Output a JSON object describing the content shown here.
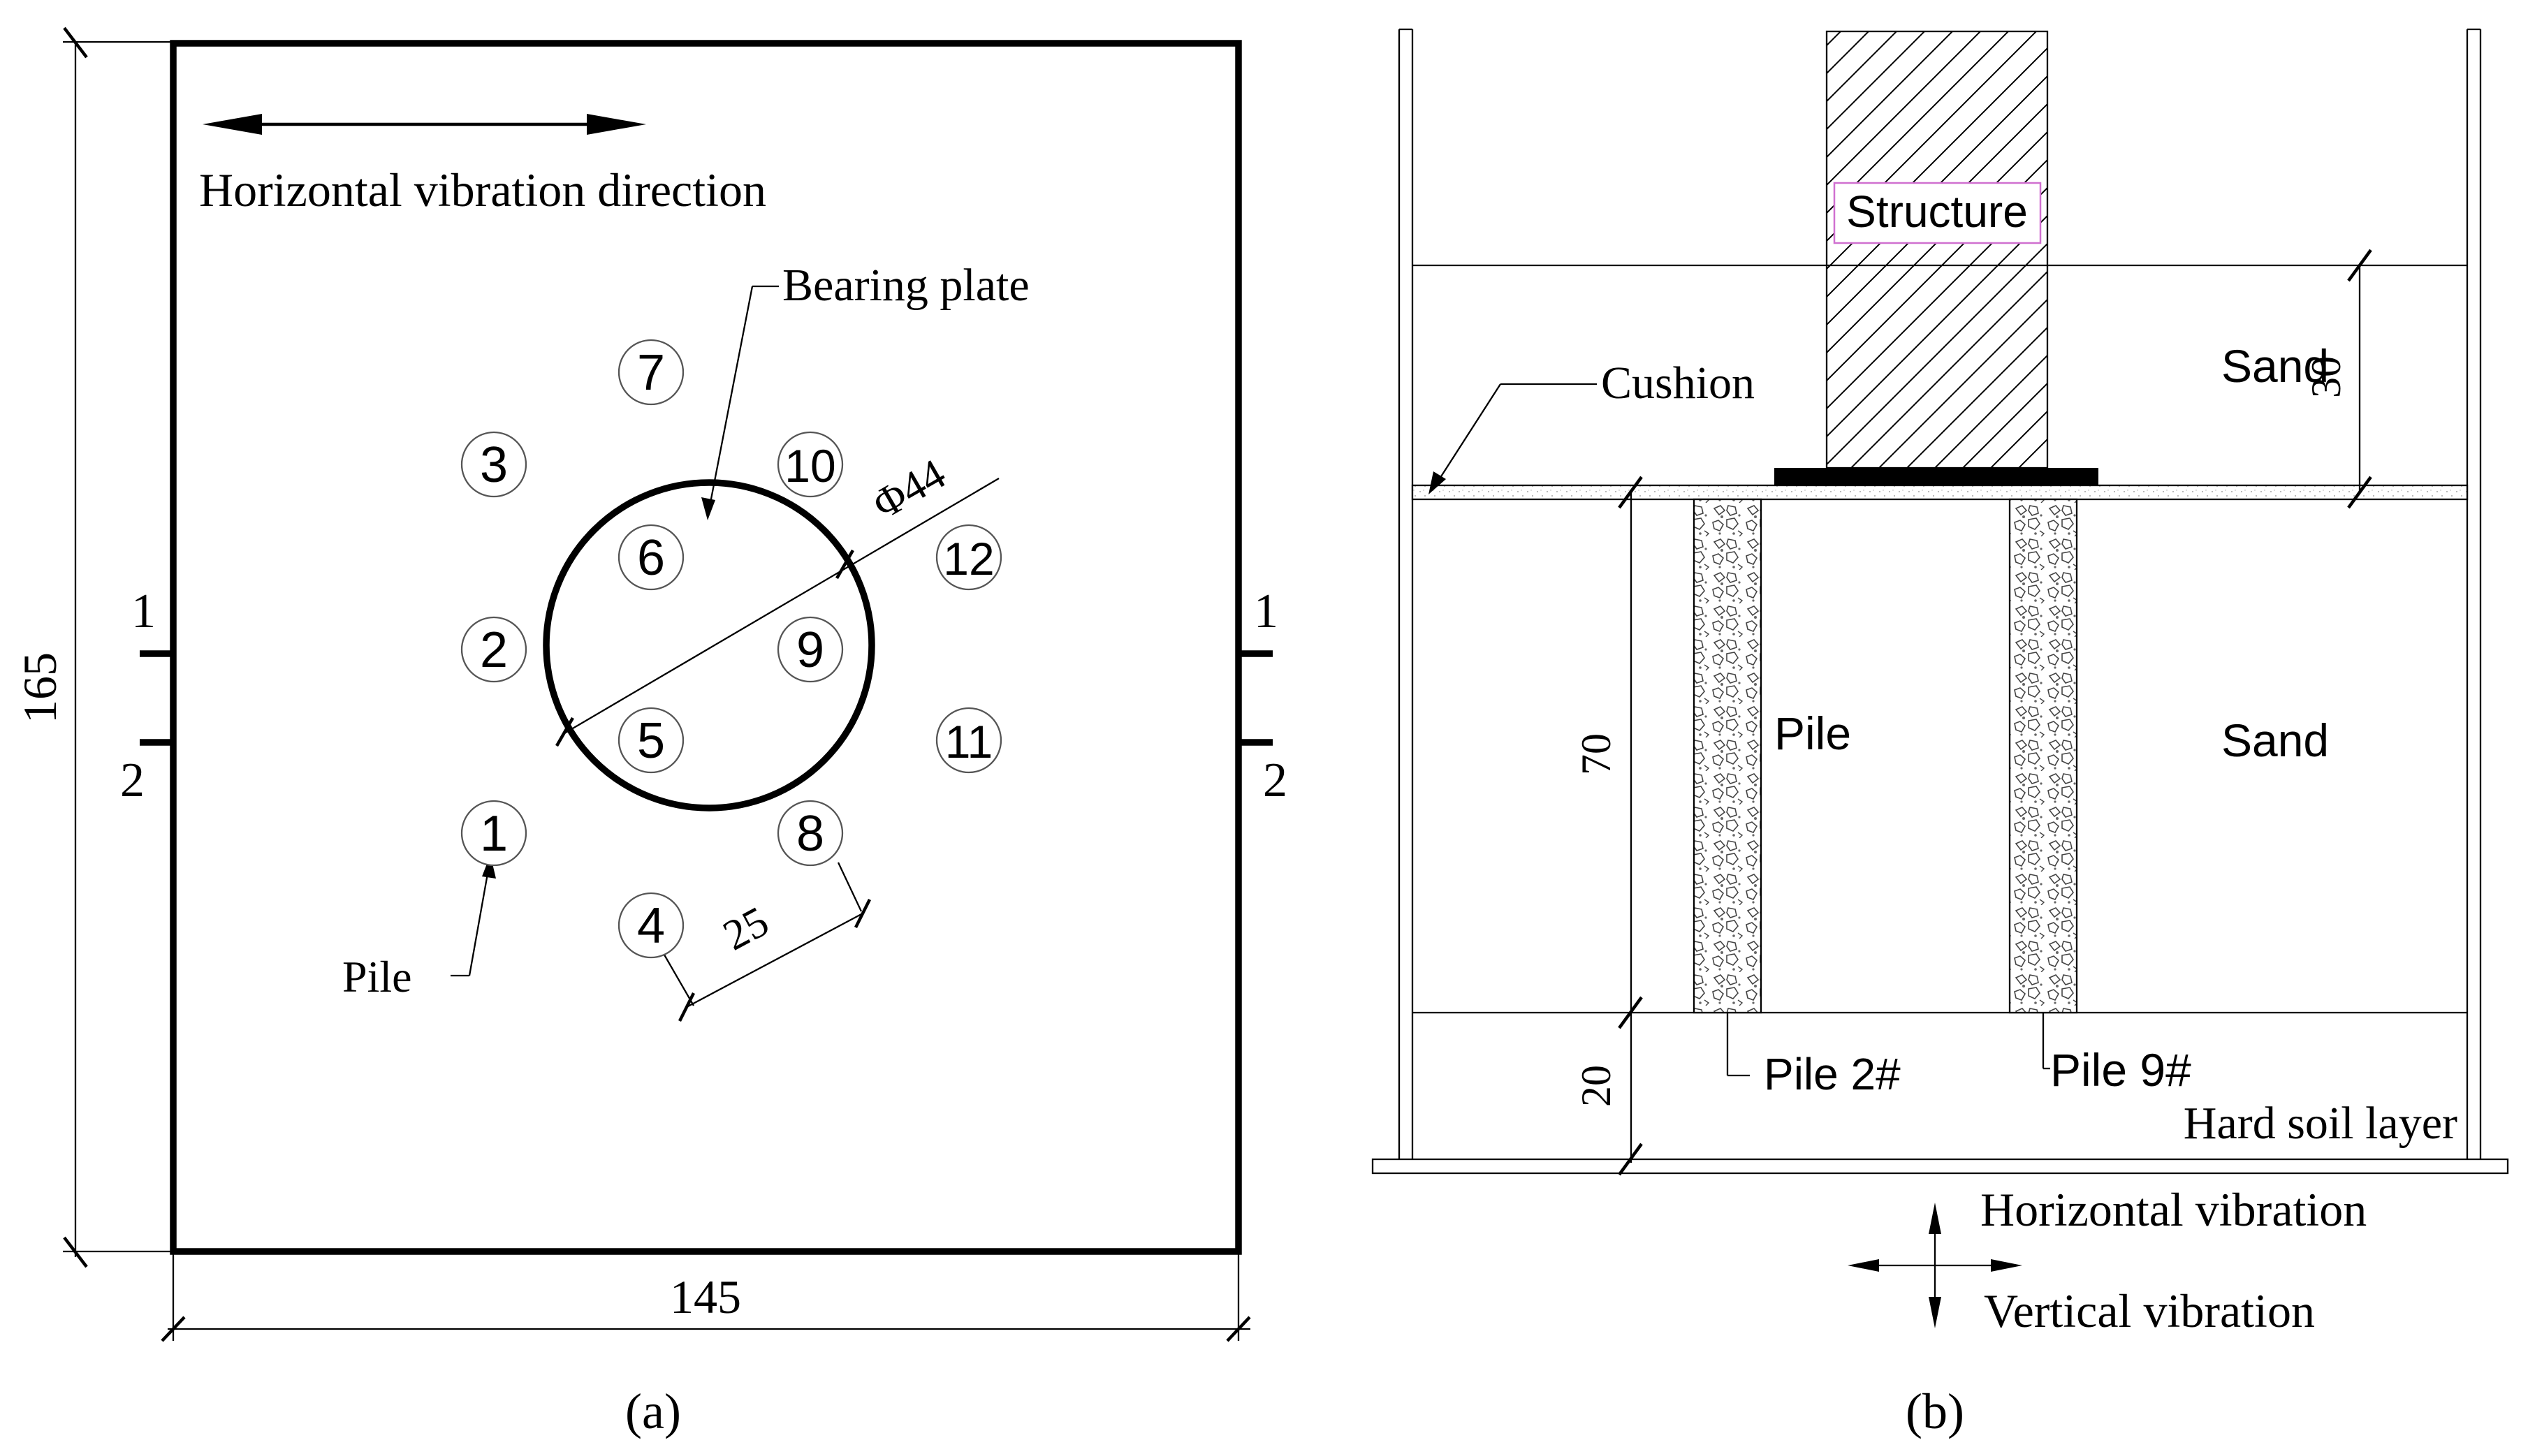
{
  "panel_a": {
    "caption": "(a)",
    "vibration_label": "Horizontal vibration direction",
    "bearing_plate_label": "Bearing plate",
    "pile_label": "Pile",
    "diameter_label": "Φ44",
    "spacing_label": "25",
    "height_label": "165",
    "width_label": "145",
    "section_left_top": "1",
    "section_left_bottom": "2",
    "section_right_top": "1",
    "section_right_bottom": "2",
    "piles": [
      "1",
      "2",
      "3",
      "4",
      "5",
      "6",
      "7",
      "8",
      "9",
      "10",
      "11",
      "12"
    ]
  },
  "panel_b": {
    "caption": "(b)",
    "structure_label": "Structure",
    "cushion_label": "Cushion",
    "sand_top_label": "Sand",
    "sand_bottom_label": "Sand",
    "pile_label": "Pile",
    "pile_a_label": "Pile 2#",
    "pile_b_label": "Pile 9#",
    "hard_soil_label": "Hard soil layer",
    "dim_sand": "30",
    "dim_pile": "70",
    "dim_hard": "20",
    "horizontal_vibration_label": "Horizontal vibration",
    "vertical_vibration_label": "Vertical vibration"
  },
  "colors": {
    "line": "#000000",
    "structure_label_border": "#d070d0"
  }
}
